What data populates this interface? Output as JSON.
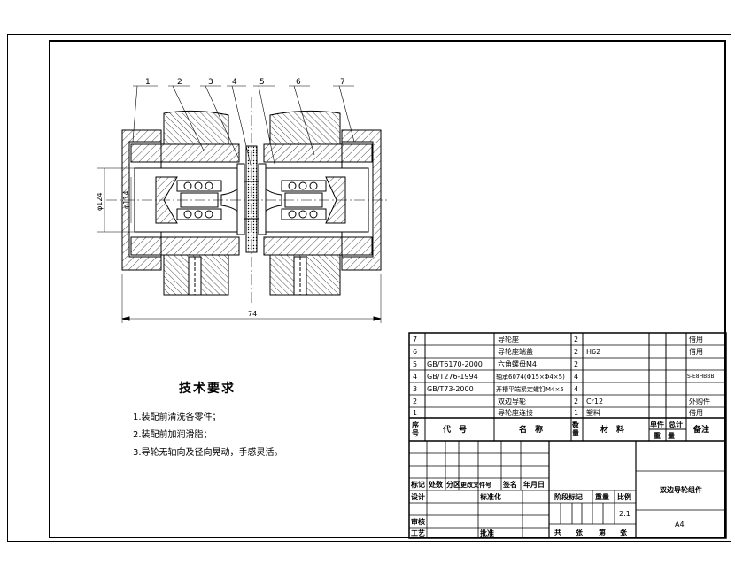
{
  "balloons": [
    "1",
    "2",
    "3",
    "4",
    "5",
    "6",
    "7"
  ],
  "dims": {
    "overall": "74",
    "dia1": "φ124",
    "dia2": "φ114"
  },
  "tech_req": {
    "title": "技术要求",
    "lines": [
      "1.装配前清洗各零件；",
      "2.装配前加润滑脂；",
      "3.导轮无轴向及径向晃动，手感灵活。"
    ]
  },
  "bom": {
    "rows": [
      {
        "no": "7",
        "code": "",
        "name": "导轮座",
        "qty": "2",
        "mat": "",
        "note": "借用"
      },
      {
        "no": "6",
        "code": "",
        "name": "导轮座端盖",
        "qty": "2",
        "mat": "H62",
        "note": "借用"
      },
      {
        "no": "5",
        "code": "GB/T6170-2000",
        "name": "六角螺母M4",
        "qty": "2",
        "mat": "",
        "note": ""
      },
      {
        "no": "4",
        "code": "GB/T276-1994",
        "name": "轴承6074(Φ15×Φ4×5)",
        "qty": "4",
        "mat": "",
        "note": "S-E8HBBBT"
      },
      {
        "no": "3",
        "code": "GB/T73-2000",
        "name": "开槽平端紧定螺钉M4×5",
        "qty": "4",
        "mat": "",
        "note": ""
      },
      {
        "no": "2",
        "code": "",
        "name": "双边导轮",
        "qty": "2",
        "mat": "Cr12",
        "note": "外购件"
      },
      {
        "no": "1",
        "code": "",
        "name": "导轮座连接",
        "qty": "1",
        "mat": "塑料",
        "note": "借用"
      }
    ],
    "header": {
      "no": "序号",
      "code": "代　号",
      "name": "名　称",
      "qty": "数量",
      "mat": "材　料",
      "unit": "单件",
      "total": "总计",
      "weight": "重　量",
      "note": "备注"
    }
  },
  "title_block": {
    "rev_labels": [
      "标记",
      "处数",
      "分区",
      "更改文件号",
      "签名",
      "年月日"
    ],
    "left_labels": {
      "design": "设计",
      "std": "标准化",
      "review": "审核",
      "process": "工艺",
      "approve": "批准"
    },
    "stage_labels": {
      "stage": "阶段标记",
      "weight": "重量",
      "scale": "比例"
    },
    "scale": "2:1",
    "total_sheets": "共　　张",
    "sheet_no": "第　　张",
    "drawing_name": "双边导轮组件",
    "paper_size": "A4"
  },
  "colors": {
    "line": "#000000",
    "paper": "#ffffff"
  }
}
